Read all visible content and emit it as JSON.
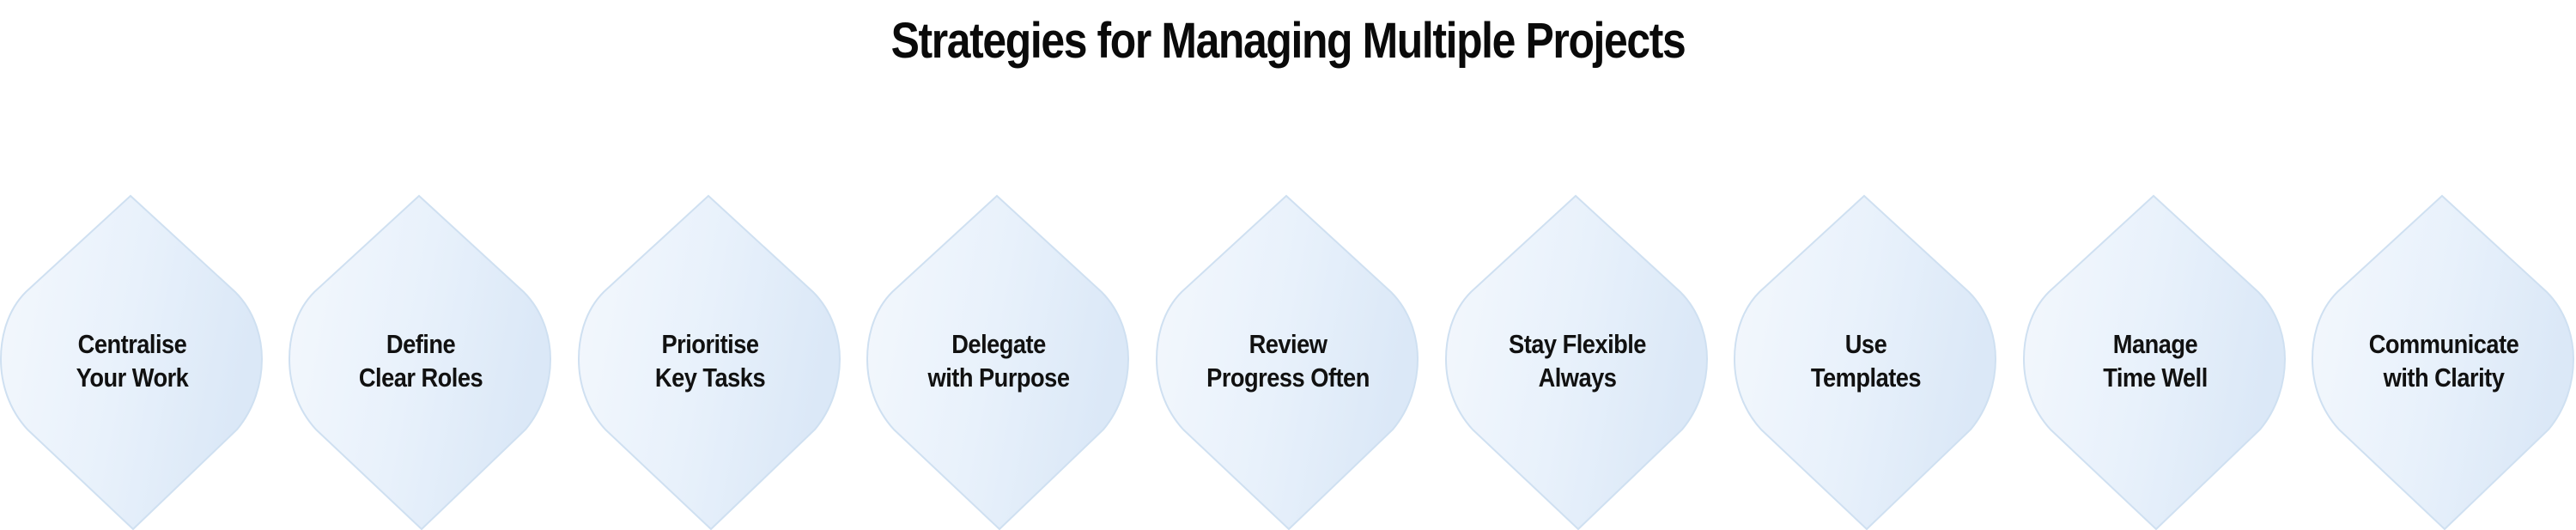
{
  "title": "Strategies for Managing Multiple Projects",
  "colors": {
    "background": "#ffffff",
    "shape_fill_light": "#f4f8fd",
    "shape_fill_dark": "#dde9f7",
    "shape_border": "#cfe0f1",
    "text": "#111111"
  },
  "strategies": [
    {
      "line1": "Centralise",
      "line2": "Your Work"
    },
    {
      "line1": "Define",
      "line2": "Clear Roles"
    },
    {
      "line1": "Prioritise",
      "line2": "Key Tasks"
    },
    {
      "line1": "Delegate",
      "line2": "with Purpose"
    },
    {
      "line1": "Review",
      "line2": "Progress Often"
    },
    {
      "line1": "Stay Flexible",
      "line2": "Always"
    },
    {
      "line1": "Use",
      "line2": "Templates"
    },
    {
      "line1": "Manage",
      "line2": "Time Well"
    },
    {
      "line1": "Communicate",
      "line2": "with Clarity"
    }
  ]
}
